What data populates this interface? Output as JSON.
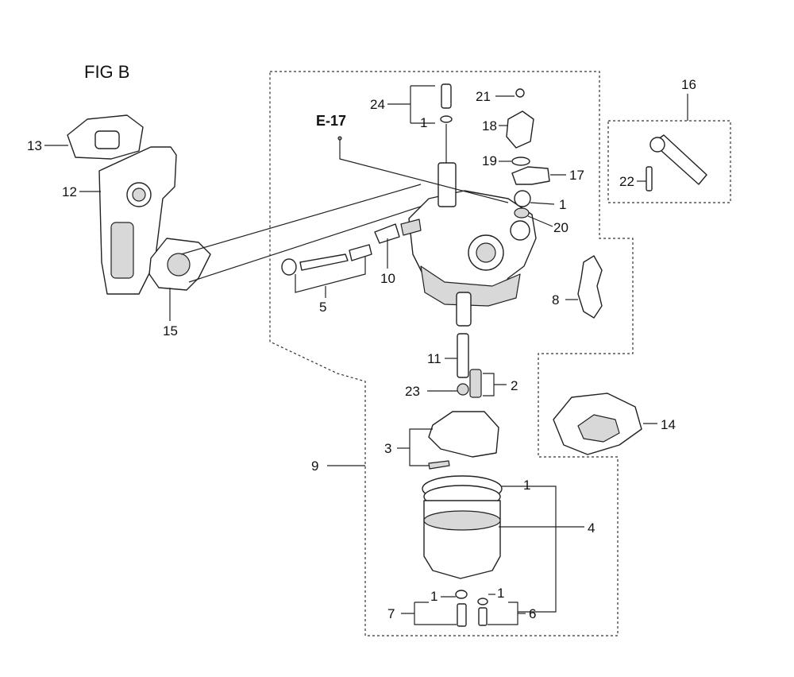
{
  "figure": {
    "title": "FIG B",
    "ref": "E-17"
  },
  "labels": {
    "l1a": "1",
    "l1b": "1",
    "l1c": "1",
    "l1d": "1",
    "l1e": "1",
    "l2": "2",
    "l3": "3",
    "l4": "4",
    "l5": "5",
    "l6": "6",
    "l7": "7",
    "l8": "8",
    "l9": "9",
    "l10": "10",
    "l11": "11",
    "l12": "12",
    "l13": "13",
    "l14": "14",
    "l15": "15",
    "l16": "16",
    "l17": "17",
    "l18": "18",
    "l19": "19",
    "l20": "20",
    "l21": "21",
    "l22": "22",
    "l23": "23",
    "l24": "24"
  }
}
